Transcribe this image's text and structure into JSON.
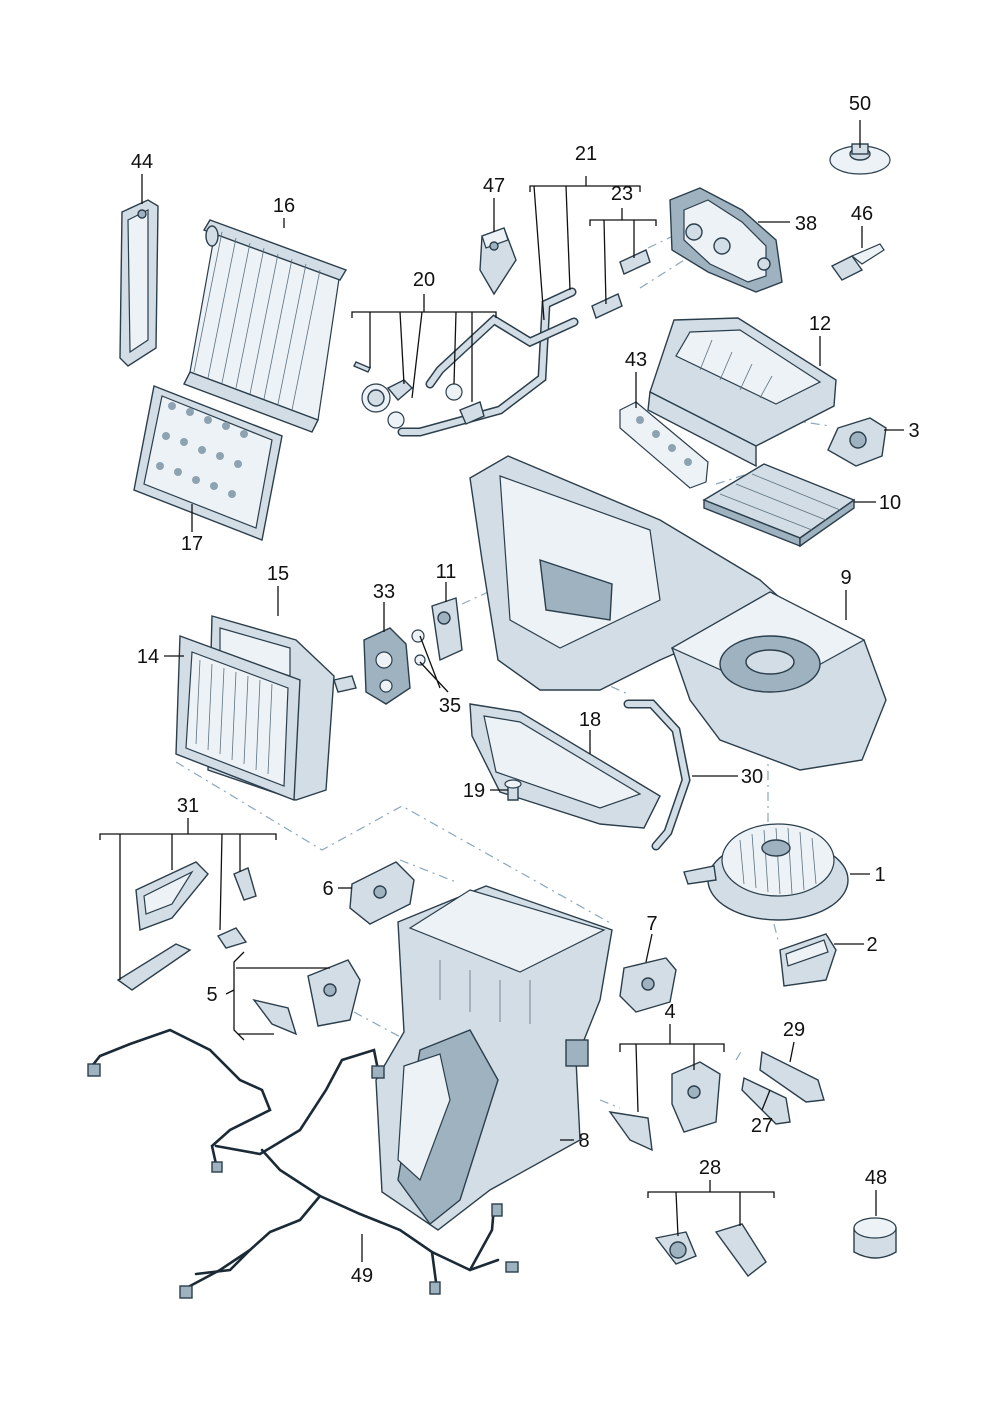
{
  "diagram": {
    "callouts": [
      {
        "id": "50",
        "text": "50"
      },
      {
        "id": "44",
        "text": "44"
      },
      {
        "id": "16",
        "text": "16"
      },
      {
        "id": "21",
        "text": "21"
      },
      {
        "id": "47",
        "text": "47"
      },
      {
        "id": "23",
        "text": "23"
      },
      {
        "id": "38",
        "text": "38"
      },
      {
        "id": "46",
        "text": "46"
      },
      {
        "id": "20",
        "text": "20"
      },
      {
        "id": "12",
        "text": "12"
      },
      {
        "id": "43",
        "text": "43"
      },
      {
        "id": "3",
        "text": "3"
      },
      {
        "id": "10",
        "text": "10"
      },
      {
        "id": "17",
        "text": "17"
      },
      {
        "id": "15",
        "text": "15"
      },
      {
        "id": "33",
        "text": "33"
      },
      {
        "id": "11",
        "text": "11"
      },
      {
        "id": "9",
        "text": "9"
      },
      {
        "id": "14",
        "text": "14"
      },
      {
        "id": "35",
        "text": "35"
      },
      {
        "id": "18",
        "text": "18"
      },
      {
        "id": "30",
        "text": "30"
      },
      {
        "id": "19",
        "text": "19"
      },
      {
        "id": "31",
        "text": "31"
      },
      {
        "id": "6",
        "text": "6"
      },
      {
        "id": "1",
        "text": "1"
      },
      {
        "id": "7",
        "text": "7"
      },
      {
        "id": "2",
        "text": "2"
      },
      {
        "id": "5",
        "text": "5"
      },
      {
        "id": "4",
        "text": "4"
      },
      {
        "id": "29",
        "text": "29"
      },
      {
        "id": "8",
        "text": "8"
      },
      {
        "id": "27",
        "text": "27"
      },
      {
        "id": "48",
        "text": "48"
      },
      {
        "id": "28",
        "text": "28"
      },
      {
        "id": "49",
        "text": "49"
      }
    ]
  }
}
